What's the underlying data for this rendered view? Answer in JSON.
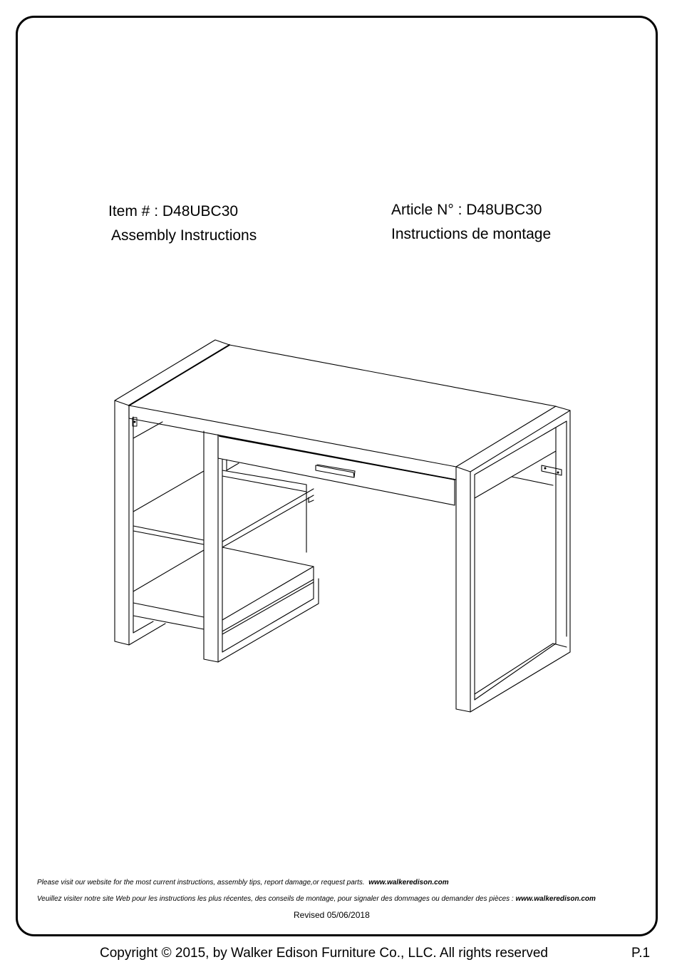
{
  "header": {
    "left": {
      "item_label": "Item # : D48UBC30",
      "subtitle": "Assembly  Instructions"
    },
    "right": {
      "item_label": "Article N° : D48UBC30",
      "subtitle": "Instructions de montage"
    }
  },
  "illustration": {
    "subject": "desk-line-drawing",
    "description": "Isometric line drawing of assembled desk with drawer, two open shelves on left, and open frame leg on right"
  },
  "footer_notice": {
    "english_text": "Please visit our website for the most current instructions, assembly tips, report damage,or request parts.",
    "english_url": "www.walkeredison.com",
    "french_text": "Veuillez visiter notre site Web pour les instructions les plus récentes, des conseils de montage, pour signaler des dommages ou demander des pièces :",
    "french_url": "www.walkeredison.com",
    "revised": "Revised 05/06/2018"
  },
  "page_footer": {
    "copyright": "Copyright  © 2015, by Walker Edison Furniture Co., LLC. All rights reserved",
    "page_number": "P.1"
  },
  "colors": {
    "line": "#000000",
    "background": "#ffffff"
  }
}
